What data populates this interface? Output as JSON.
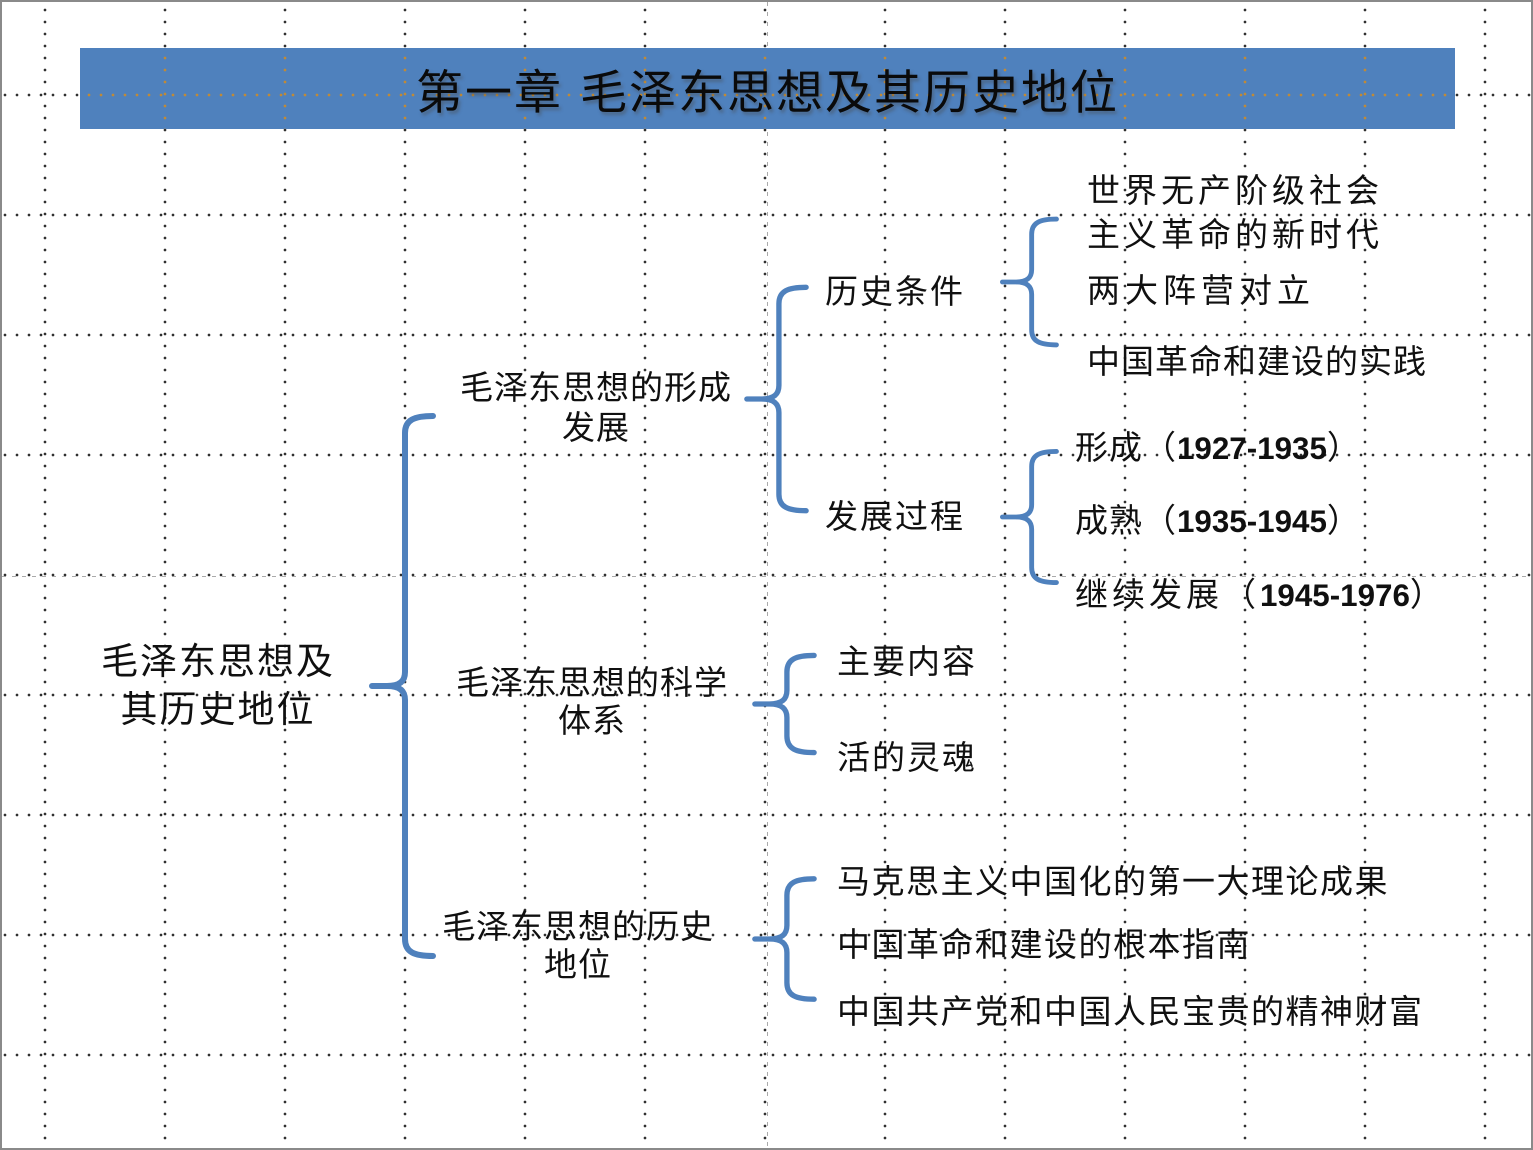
{
  "slide_title": "第一章 毛泽东思想及其历史地位",
  "colors": {
    "banner_fill": "#4f81bd",
    "brace_stroke": "#4f81bd",
    "grid_dot": "#303030",
    "guide": "#9b9b9b",
    "text": "#101010"
  },
  "tree": {
    "root": {
      "lines": [
        "毛泽东思想及",
        "其历史地位"
      ]
    },
    "branches": [
      {
        "lines": [
          "毛泽东思想的形成",
          "发展"
        ],
        "groups": [
          {
            "label": "历史条件",
            "items": [
              {
                "lines": [
                  "世界无产阶级社会",
                  "主义革命的新时代"
                ]
              },
              {
                "label": "两大阵营对立"
              },
              {
                "label": "中国革命和建设的实践"
              }
            ]
          },
          {
            "label": "发展过程",
            "items": [
              {
                "label": "形成（1927-1935）"
              },
              {
                "label": "成熟（1935-1945）"
              },
              {
                "label": "继续发展（1945-1976）"
              }
            ]
          }
        ]
      },
      {
        "lines": [
          "毛泽东思想的科学",
          "体系"
        ],
        "items": [
          {
            "label": "主要内容"
          },
          {
            "label": "活的灵魂"
          }
        ]
      },
      {
        "lines": [
          "毛泽东思想的历史",
          "地位"
        ],
        "items": [
          {
            "label": "马克思主义中国化的第一大理论成果"
          },
          {
            "label": "中国革命和建设的根本指南"
          },
          {
            "label": "中国共产党和中国人民宝贵的精神财富"
          }
        ]
      }
    ]
  }
}
